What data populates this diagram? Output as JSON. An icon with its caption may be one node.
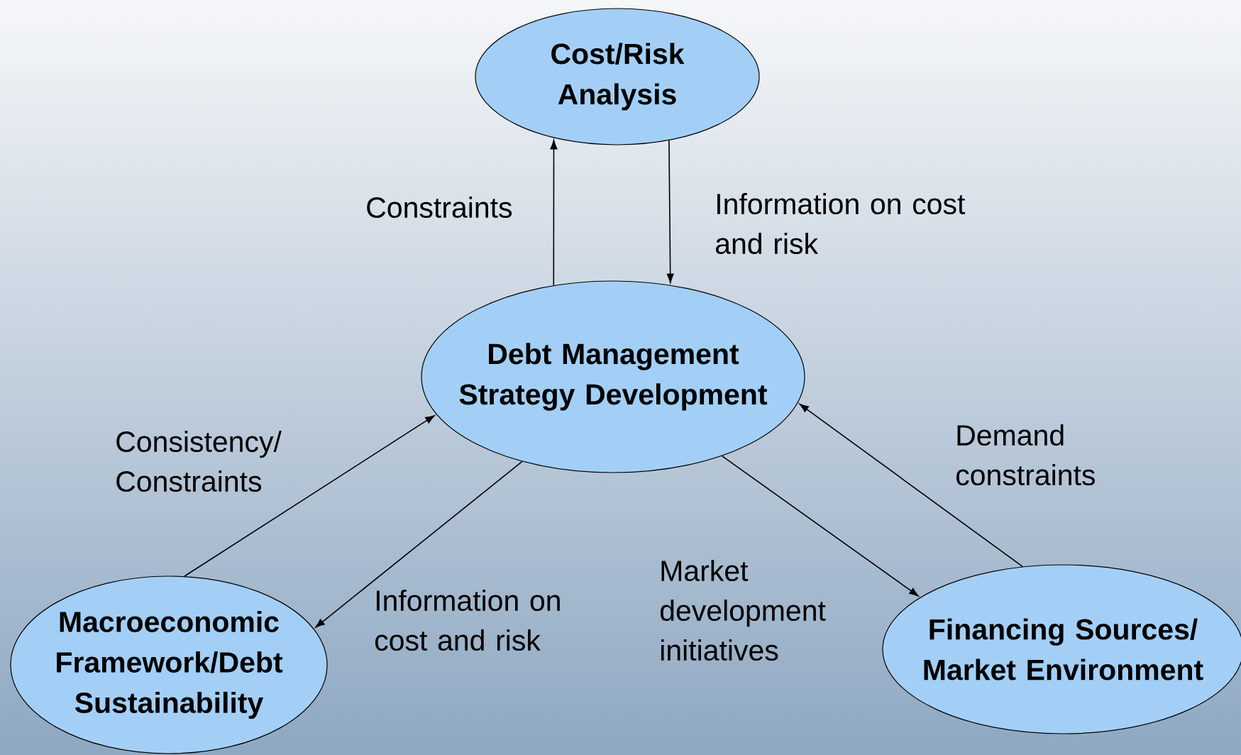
{
  "diagram": {
    "nodes": [
      {
        "text": [
          "Cost/Risk Analysis"
        ]
      },
      {
        "text": [
          "Debt Management Strategy Development"
        ]
      },
      {
        "text": [
          "Macroeconomic Framework/Debt Sustainability"
        ]
      },
      {
        "text": [
          "Financing Sources/ Market Environment"
        ]
      }
    ],
    "edges": [
      {
        "from": 1,
        "to": 0,
        "arrow": "to",
        "label": "Constraints"
      },
      {
        "from": 0,
        "to": 1,
        "arrow": "to",
        "label": "Information on cost and risk"
      },
      {
        "from": 2,
        "to": 1,
        "arrow": "to",
        "label": "Consistency/ Constraints"
      },
      {
        "from": 1,
        "to": 2,
        "arrow": "to",
        "label": "Information on cost and risk"
      },
      {
        "from": 1,
        "to": 3,
        "arrow": "to",
        "label": "Market development initiatives"
      },
      {
        "from": 3,
        "to": 1,
        "arrow": "to",
        "label": "Demand constraints"
      }
    ]
  }
}
